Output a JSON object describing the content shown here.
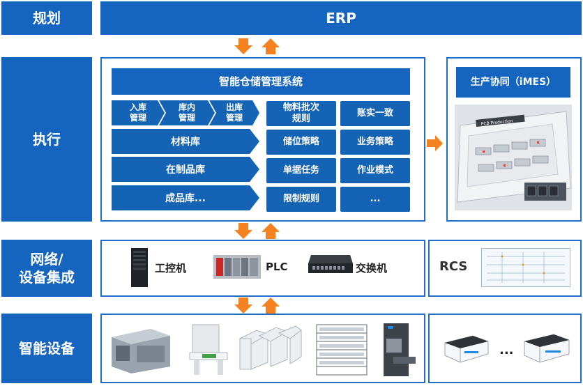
{
  "layers": {
    "plan": "规划",
    "execute": "执行",
    "network": "网络/\n设备集成",
    "devices": "智能设备"
  },
  "erp": "ERP",
  "wms": {
    "title": "智能仓储管理系统",
    "chevrons": [
      "入库\n管理",
      "库内\n管理",
      "出库\n管理"
    ],
    "rows": [
      "材料库",
      "在制品库",
      "成品库..."
    ],
    "grid": [
      [
        "物料批次\n规则",
        "账实一致"
      ],
      [
        "储位策略",
        "业务策略"
      ],
      [
        "单据任务",
        "作业模式"
      ],
      [
        "限制规则",
        "..."
      ]
    ]
  },
  "imes": {
    "title": "生产协同（iMES）",
    "screen_text": "PCB Production"
  },
  "network": {
    "items": [
      "工控机",
      "PLC",
      "交换机"
    ]
  },
  "rcs": "RCS",
  "agv_ellipsis": "...",
  "colors": {
    "primary": "#1565c0",
    "cell": "#1463b4",
    "arrow": "#f58220",
    "border": "#1f6fc4"
  },
  "icons": [
    "industrial-pc-icon",
    "plc-icon",
    "network-switch-icon",
    "rcs-map-icon",
    "agv-icon"
  ]
}
